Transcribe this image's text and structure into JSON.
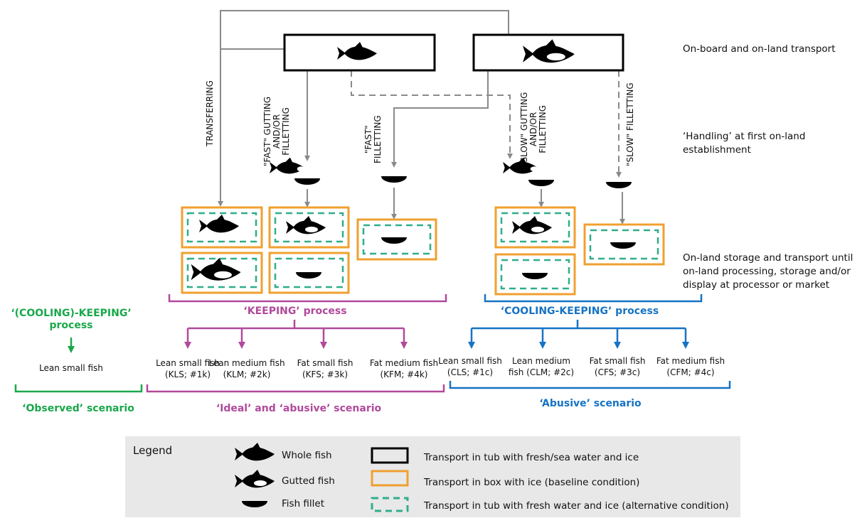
{
  "stages": {
    "transport": "On-board and on-land transport",
    "handling": "‘Handling’ at first on-land establishment",
    "storage": "On-land storage and transport until on-land processing, storage and/or display at processor or market"
  },
  "operations": {
    "transferring": "TRANSFERRING",
    "fast_gutting": "\"FAST\" GUTTING\nAND/OR\nFILLETTING",
    "fast_filletting": "\"FAST\"\nFILLETTING",
    "slow_gutting": "\"SLOW\" GUTTING\nAND/OR\nFILLETTING",
    "slow_filletting": "\"SLOW\" FILLETTING"
  },
  "processes": {
    "cooling_keeping_left": "‘(COOLING)-KEEPING’\nprocess",
    "keeping": "‘KEEPING’ process",
    "cooling_keeping": "‘COOLING-KEEPING’ process"
  },
  "outcomes": {
    "observed": "Lean small fish",
    "keeping": [
      "Lean small fish\n(KLS; #1k)",
      "Lean medium fish\n(KLM; #2k)",
      "Fat small fish\n(KFS; #3k)",
      "Fat medium fish\n(KFM; #4k)"
    ],
    "cooling": [
      "Lean small fish\n(CLS; #1c)",
      "Lean medium\nfish (CLM; #2c)",
      "Fat small fish\n(CFS; #3c)",
      "Fat medium fish\n(CFM; #4c)"
    ]
  },
  "scenarios": {
    "observed": "‘Observed’ scenario",
    "ideal_abusive": "‘Ideal’ and ‘abusive’ scenario",
    "abusive": "‘Abusive’ scenario"
  },
  "legend": {
    "title": "Legend",
    "whole_fish": "Whole fish",
    "gutted_fish": "Gutted fish",
    "fish_fillet": "Fish fillet",
    "tub_sea": "Transport in tub with fresh/sea water and ice",
    "box_ice": "Transport in box with ice (baseline condition)",
    "tub_fresh": "Transport in tub with fresh water and ice (alternative condition)"
  },
  "colors": {
    "green": "#19a84a",
    "magenta": "#b1499c",
    "blue": "#1673c4",
    "orange": "#f0a030",
    "teal": "#2fae8c",
    "grey": "#8a8a8a"
  }
}
